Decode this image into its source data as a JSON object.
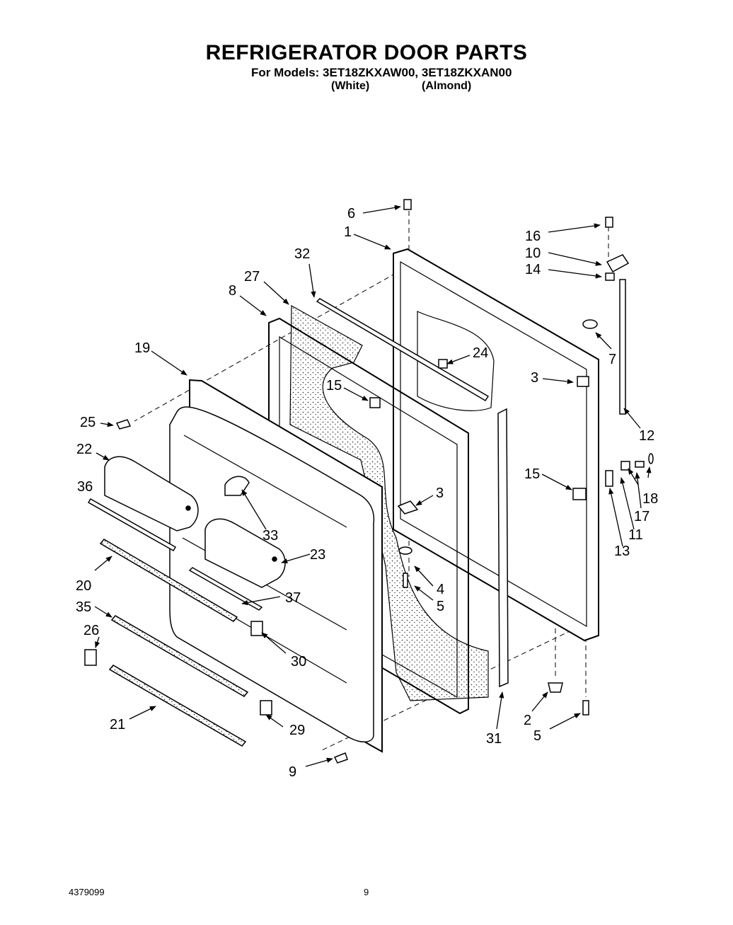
{
  "header": {
    "title": "REFRIGERATOR DOOR PARTS",
    "models_line": "For Models: 3ET18ZKXAW00, 3ET18ZKXAN00",
    "variants": [
      "(White)",
      "(Almond)"
    ]
  },
  "callouts": {
    "c1": "1",
    "c2": "2",
    "c3a": "3",
    "c3b": "3",
    "c4": "4",
    "c5a": "5",
    "c5b": "5",
    "c6": "6",
    "c7": "7",
    "c8": "8",
    "c9": "9",
    "c10": "10",
    "c11": "11",
    "c12": "12",
    "c13": "13",
    "c14": "14",
    "c15a": "15",
    "c15b": "15",
    "c16": "16",
    "c17": "17",
    "c18": "18",
    "c19": "19",
    "c20": "20",
    "c21": "21",
    "c22": "22",
    "c23": "23",
    "c24": "24",
    "c25": "25",
    "c26": "26",
    "c27": "27",
    "c29": "29",
    "c30": "30",
    "c31": "31",
    "c32": "32",
    "c33": "33",
    "c35": "35",
    "c36": "36",
    "c37": "37"
  },
  "footer": {
    "doc_number": "4379099",
    "page_number": "9"
  }
}
